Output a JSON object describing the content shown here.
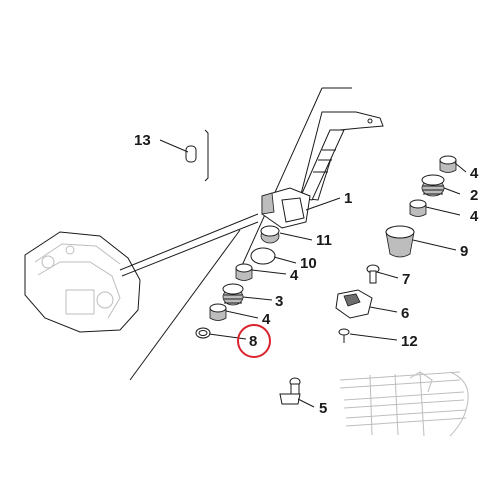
{
  "diagram": {
    "callouts": [
      {
        "id": "13",
        "label": "13"
      },
      {
        "id": "1",
        "label": "1"
      },
      {
        "id": "11",
        "label": "11"
      },
      {
        "id": "10",
        "label": "10"
      },
      {
        "id": "3",
        "label": "3"
      },
      {
        "id": "4a",
        "label": "4"
      },
      {
        "id": "4b",
        "label": "4"
      },
      {
        "id": "8",
        "label": "8"
      },
      {
        "id": "4c",
        "label": "4"
      },
      {
        "id": "2",
        "label": "2"
      },
      {
        "id": "4d",
        "label": "4"
      },
      {
        "id": "9",
        "label": "9"
      },
      {
        "id": "7",
        "label": "7"
      },
      {
        "id": "6",
        "label": "6"
      },
      {
        "id": "12",
        "label": "12"
      },
      {
        "id": "5",
        "label": "5"
      }
    ],
    "highlighted_callout": "8",
    "colors": {
      "ink": "#1a1a1a",
      "highlight": "#d9232d",
      "shade": "#bdbdbd",
      "dark_shade": "#6e6e6e"
    }
  }
}
